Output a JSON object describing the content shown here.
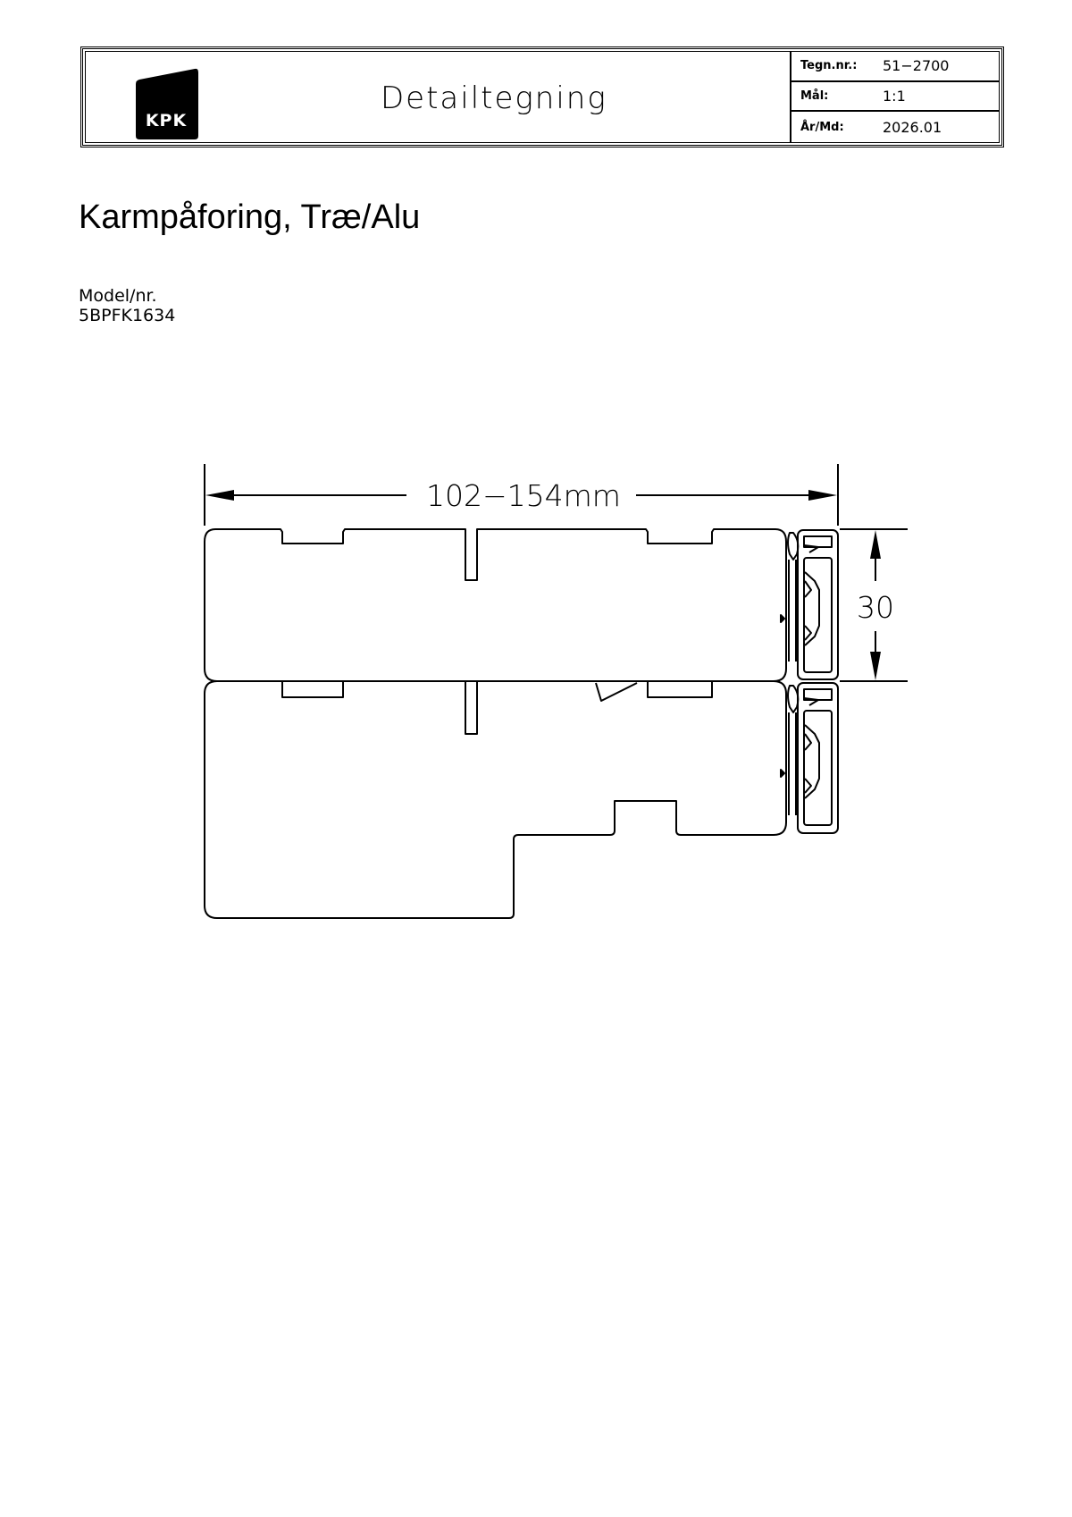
{
  "title_block": {
    "logo_text": "KPK",
    "document_type": "Detailtegning",
    "fields": [
      {
        "label": "Tegn.nr.:",
        "value": "51−2700"
      },
      {
        "label": "Mål:",
        "value": "1:1"
      },
      {
        "label": "År/Md:",
        "value": "2026.01"
      }
    ]
  },
  "heading": "Karmpåforing, Træ/Alu",
  "model": {
    "label": "Model/nr.",
    "number": "5BPFK1634"
  },
  "drawing": {
    "width_dimension": "102−154mm",
    "height_dimension": "30",
    "icons": {
      "wood_profile": "wood-frame-profile",
      "alu_clad": "aluminium-cladding-profile"
    }
  },
  "colors": {
    "line": "#000000",
    "background": "#ffffff"
  }
}
